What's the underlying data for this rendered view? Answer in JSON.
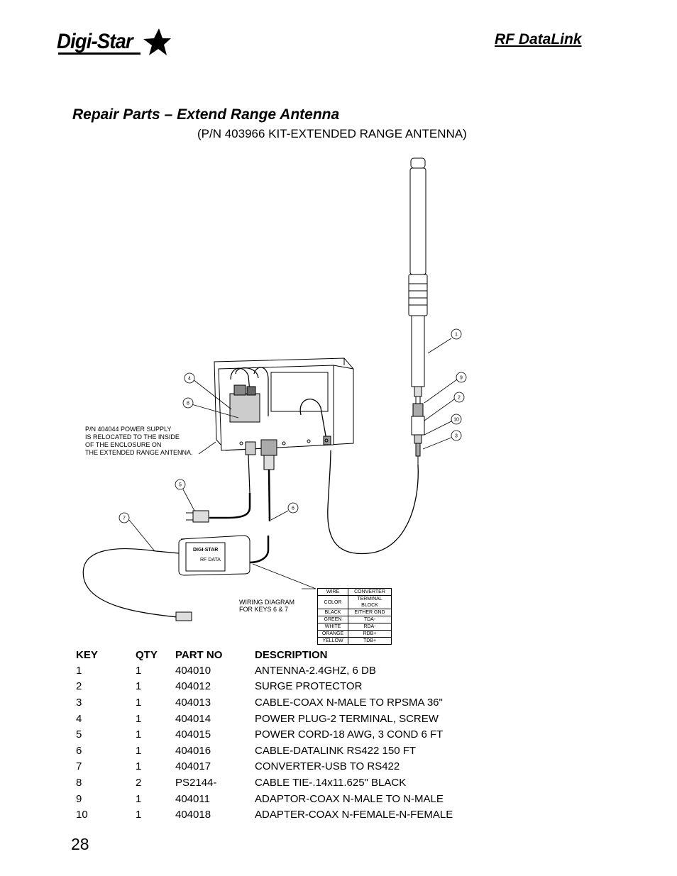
{
  "header": {
    "logo_text": "Digi-Star",
    "section_title": "RF DataLink"
  },
  "title": {
    "heading": "Repair Parts – Extend Range Antenna",
    "subtitle": "(P/N  403966 KIT-EXTENDED RANGE ANTENNA)"
  },
  "diagram": {
    "callouts": [
      "1",
      "9",
      "2",
      "10",
      "3",
      "4",
      "8",
      "5",
      "6",
      "7"
    ],
    "note_lines": [
      "P/N 404044 POWER SUPPLY",
      "IS RELOCATED TO THE INSIDE",
      "OF THE ENCLOSURE ON",
      "THE EXTENDED RANGE ANTENNA."
    ],
    "wiring_lines": [
      "WIRING DIAGRAM",
      "FOR KEYS 6 & 7"
    ],
    "converter_brand": "DIGI-STAR",
    "converter_label": "RF DATA",
    "wiring_table": {
      "headers": [
        [
          "WIRE",
          "CONVERTER"
        ],
        [
          "COLOR",
          "TERMINAL BLOCK"
        ]
      ],
      "rows": [
        [
          "BLACK",
          "EITHER GND"
        ],
        [
          "GREEN",
          "TDA-"
        ],
        [
          "WHITE",
          "RDA-"
        ],
        [
          "ORANGE",
          "RDB+"
        ],
        [
          "YELLOW",
          "TDB+"
        ]
      ]
    }
  },
  "parts_table": {
    "columns": [
      "KEY",
      "QTY",
      "PART NO",
      "DESCRIPTION"
    ],
    "rows": [
      [
        "1",
        "1",
        "404010",
        "ANTENNA-2.4GHZ, 6 DB"
      ],
      [
        "2",
        "1",
        "404012",
        "SURGE PROTECTOR"
      ],
      [
        "3",
        "1",
        "404013",
        "CABLE-COAX N-MALE TO RPSMA 36\""
      ],
      [
        "4",
        "1",
        "404014",
        "POWER PLUG-2 TERMINAL, SCREW"
      ],
      [
        "5",
        "1",
        "404015",
        "POWER CORD-18 AWG, 3 COND 6 FT"
      ],
      [
        "6",
        "1",
        "404016",
        "CABLE-DATALINK RS422 150 FT"
      ],
      [
        "7",
        "1",
        "404017",
        "CONVERTER-USB TO RS422"
      ],
      [
        "8",
        "2",
        "PS2144-",
        "CABLE TIE-.14x11.625\" BLACK"
      ],
      [
        "9",
        "1",
        "404011",
        "ADAPTOR-COAX N-MALE TO N-MALE"
      ],
      [
        "10",
        "1",
        "404018",
        "ADAPTER-COAX N-FEMALE-N-FEMALE"
      ]
    ]
  },
  "footer": {
    "page_number": "28"
  }
}
